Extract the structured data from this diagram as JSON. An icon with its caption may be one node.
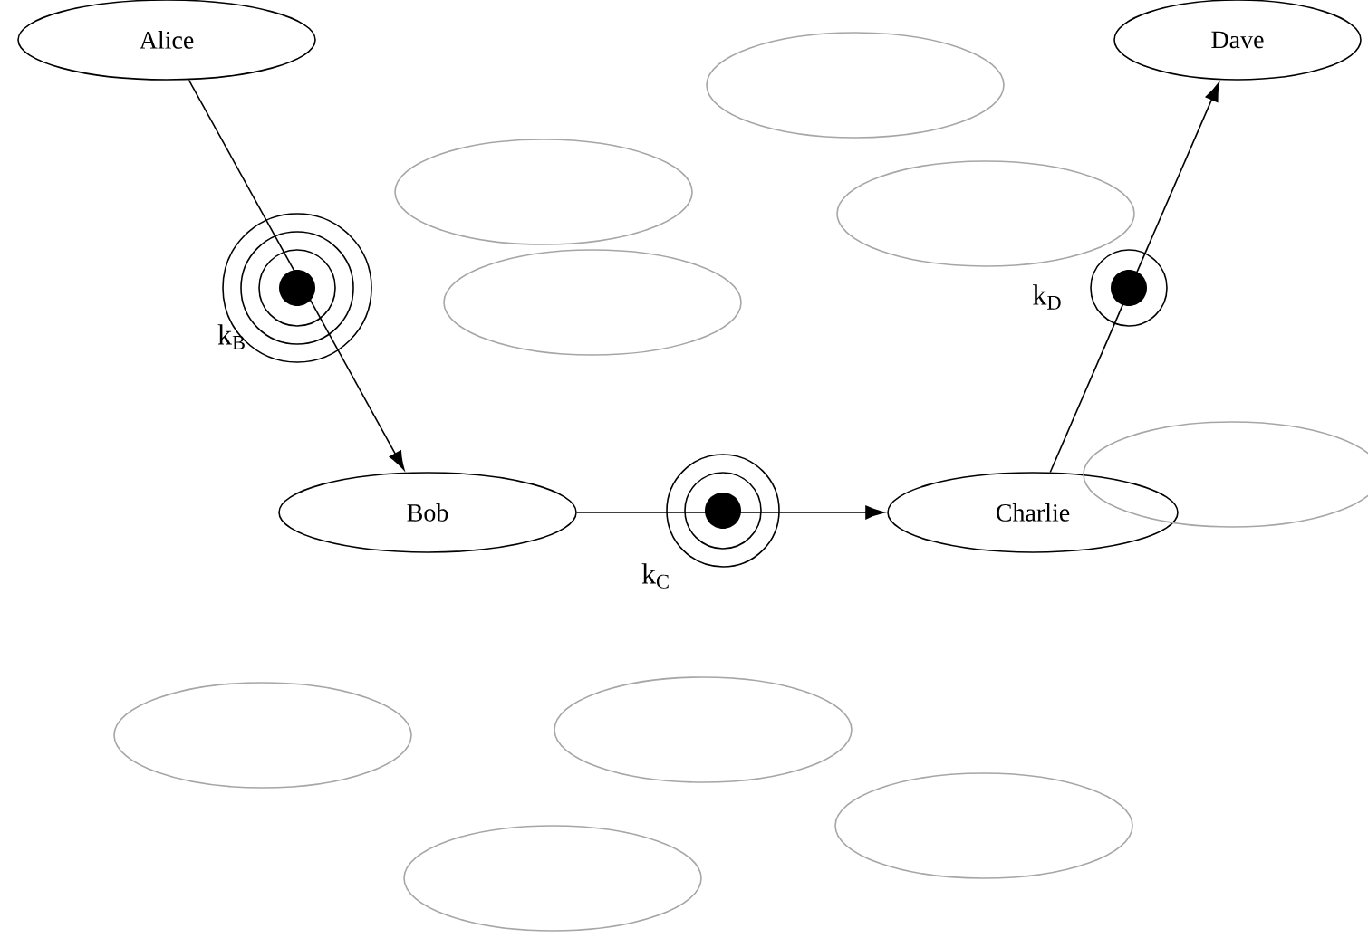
{
  "diagram": {
    "nodes": [
      {
        "text": [
          "Alice"
        ]
      },
      {
        "text": [
          "Bob"
        ]
      },
      {
        "text": [
          "Charlie"
        ]
      },
      {
        "text": [
          "Dave"
        ]
      },
      {
        "text": [],
        "shape": "ellipse"
      },
      {
        "text": [],
        "shape": "ellipse"
      },
      {
        "text": [],
        "shape": "ellipse"
      },
      {
        "text": [],
        "shape": "ellipse"
      },
      {
        "text": [],
        "shape": "ellipse"
      },
      {
        "text": [],
        "shape": "ellipse"
      },
      {
        "text": [],
        "shape": "ellipse"
      },
      {
        "text": [],
        "shape": "ellipse"
      },
      {
        "text": [],
        "shape": "ellipse"
      }
    ],
    "edges": [
      {
        "from": 0,
        "to": 1,
        "arrow": "to",
        "label": "k$_{B}$"
      },
      {
        "from": 1,
        "to": 2,
        "arrow": "to",
        "label": "k$_{C}$"
      },
      {
        "from": 2,
        "to": 3,
        "arrow": "to",
        "label": "k$_{D}$"
      }
    ]
  }
}
